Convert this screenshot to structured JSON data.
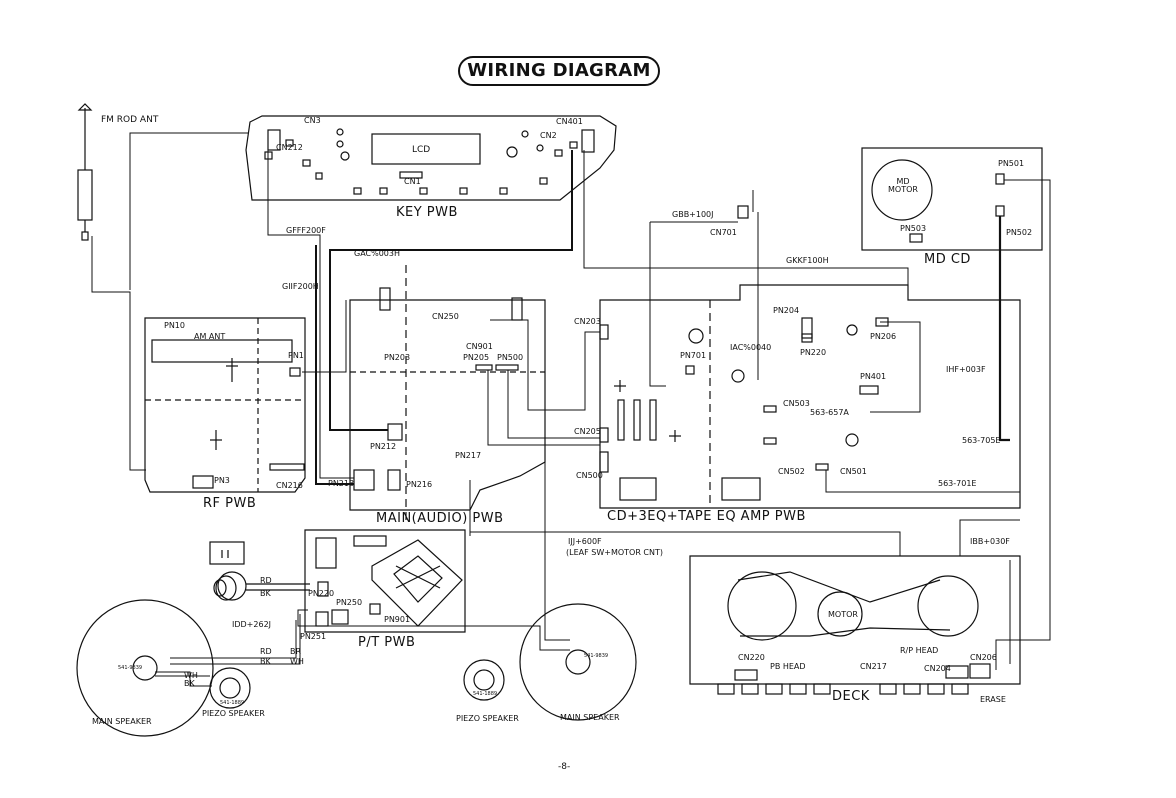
{
  "title": "WIRING DIAGRAM",
  "page_number": "-8-",
  "boards": {
    "key_pwb": "KEY PWB",
    "rf_pwb": "RF PWB",
    "main_audio_pwb": "MAIN(AUDIO) PWB",
    "cd_amp_pwb": "CD+3EQ+TAPE EQ AMP PWB",
    "pt_pwb": "P/T PWB",
    "md_cd": "MD CD",
    "deck": "DECK"
  },
  "components": {
    "fm_rod_ant": "FM ROD ANT",
    "am_ant": "AM ANT",
    "lcd": "LCD",
    "md_motor": "MD\nMOTOR",
    "motor": "MOTOR",
    "main_speaker_left": "MAIN SPEAKER",
    "piezo_speaker_left": "PIEZO SPEAKER",
    "piezo_speaker_right": "PIEZO SPEAKER",
    "main_speaker_right": "MAIN SPEAKER",
    "pb_head": "PB HEAD",
    "rp_head": "R/P HEAD",
    "erase": "ERASE"
  },
  "connectors": {
    "cn3": "CN3",
    "cn212": "CN212",
    "cn401": "CN401",
    "cn2": "CN2",
    "cn1": "CN1",
    "pn10": "PN10",
    "pn1": "PN1",
    "pn3": "PN3",
    "cn216": "CN216",
    "cn250": "CN250",
    "pn203": "PN203",
    "cn901": "CN901",
    "pn205": "PN205",
    "pn500": "PN500",
    "pn212": "PN212",
    "pn217": "PN217",
    "pn213": "PN213",
    "pn216": "PN216",
    "cn203": "CN203",
    "pn701": "PN701",
    "cn205": "CN205",
    "cn500": "CN500",
    "cn701": "CN701",
    "pn204": "PN204",
    "pn220": "PN220",
    "pn206": "PN206",
    "pn401": "PN401",
    "cn503": "CN503",
    "cn502": "CN502",
    "cn501": "CN501",
    "pn501": "PN501",
    "pn503": "PN503",
    "pn502": "PN502",
    "pn220_pt": "PN220",
    "pn250": "PN250",
    "pn901": "PN901",
    "pn251": "PN251",
    "cn220": "CN220",
    "cn217": "CN217",
    "cn204": "CN204",
    "cn206": "CN206"
  },
  "cables": {
    "gfff200f": "GFFF200F",
    "gac003h": "GAC%003H",
    "gif200h": "GIIF200H",
    "gbb100j": "GBB+100J",
    "gkkf100h": "GKKF100H",
    "iac0040": "IAC%0040",
    "ihf003f": "IHF+003F",
    "563_657a": "563-657A",
    "563_705e": "563-705E",
    "563_701e": "563-701E",
    "ijj600f": "IJJ+600F",
    "leaf_sw": "(LEAF SW+MOTOR CNT)",
    "ibb030f": "IBB+030F",
    "idd262j": "IDD+262J"
  },
  "wires": {
    "rd1": "RD",
    "bk1": "BK",
    "rd2": "RD",
    "bk2": "BK",
    "br": "BR",
    "wh": "WH",
    "wh2": "WH",
    "bk3": "BK"
  },
  "speaker_codes": {
    "main_left": "541-9839",
    "piezo_left": "541-1889",
    "piezo_right": "541-1889",
    "main_right": "541-9839"
  },
  "colors": {
    "ink": "#111111",
    "paper": "#ffffff"
  }
}
